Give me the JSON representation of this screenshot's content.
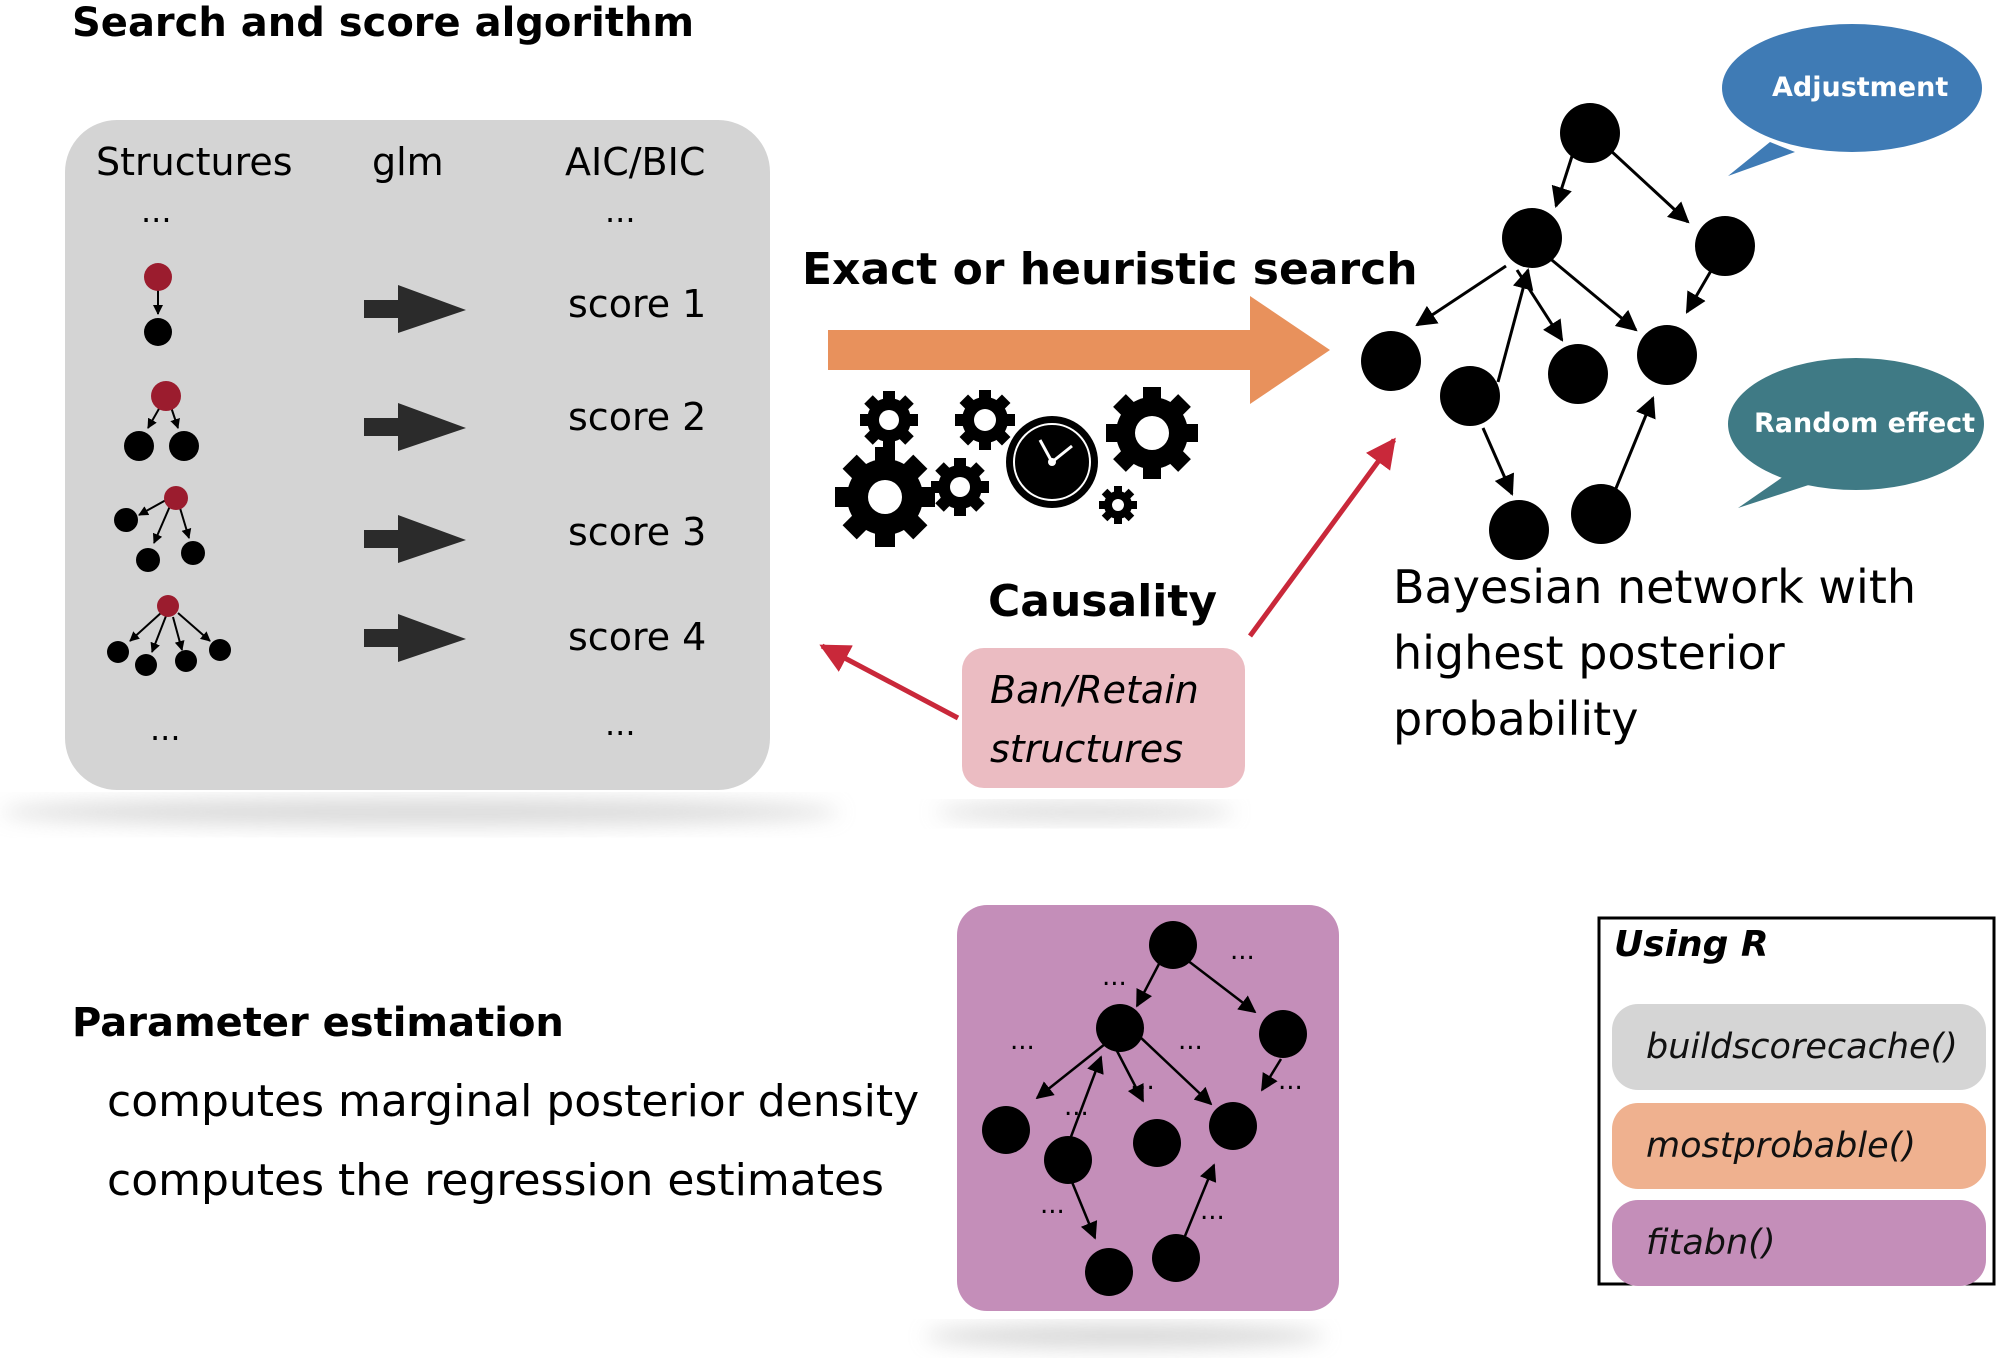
{
  "search_section": {
    "title": "Search and score algorithm",
    "columns": [
      "Structures",
      "glm",
      "AIC/BIC"
    ],
    "ellipsis": "...",
    "scores": [
      "score 1",
      "score 2",
      "score 3",
      "score 4"
    ]
  },
  "search": {
    "label": "Exact or heuristic search",
    "causality": "Causality",
    "ban_retain_line1": "Ban/Retain",
    "ban_retain_line2": "structures"
  },
  "network": {
    "caption_line1": "Bayesian network with",
    "caption_line2": "highest posterior",
    "caption_line3": "probability",
    "bubble_adjustment": "Adjustment",
    "bubble_random": "Random effect"
  },
  "parameter_section": {
    "title": "Parameter estimation",
    "line1": "computes marginal posterior density",
    "line2": "computes the regression estimates"
  },
  "r_box": {
    "title": "Using R",
    "functions": [
      {
        "name": "buildscorecache()",
        "color": "#d5d5d5"
      },
      {
        "name": "mostprobable()",
        "color": "#efb18f"
      },
      {
        "name": "fitabn()",
        "color": "#c48eb9"
      }
    ]
  },
  "colors": {
    "gray_panel": "#d4d4d4",
    "orange_arrow": "#e8915c",
    "red_arrow": "#c9283a",
    "ban_box": "#ebbcc2",
    "purple_panel": "#c48eb9",
    "node_red": "#9b1c2e",
    "bubble_blue": "#3f7bb5",
    "bubble_teal": "#3f7a85"
  }
}
